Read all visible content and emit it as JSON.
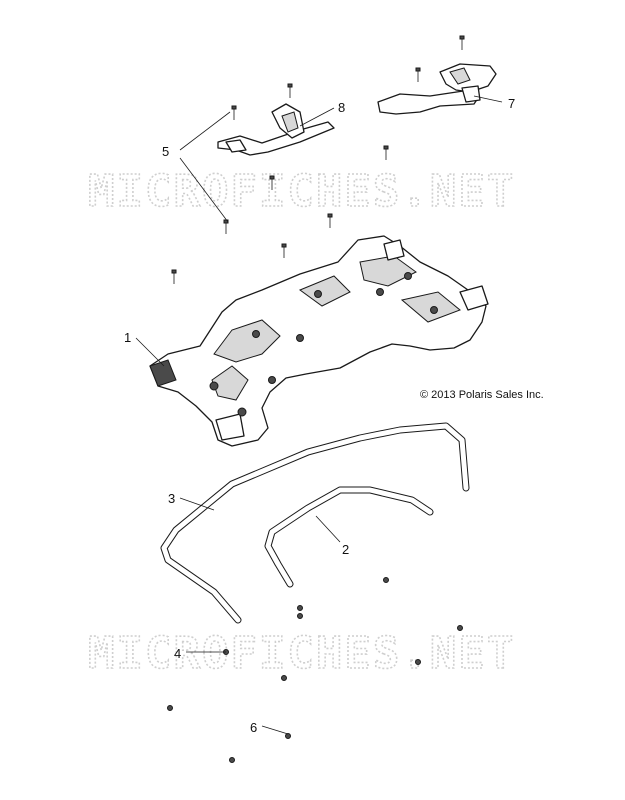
{
  "watermark": "MICROFICHES.NET",
  "copyright": "© 2013 Polaris Sales Inc.",
  "callouts": {
    "c1": "1",
    "c2": "2",
    "c3": "3",
    "c4": "4",
    "c5": "5",
    "c6": "6",
    "c7": "7",
    "c8": "8"
  }
}
